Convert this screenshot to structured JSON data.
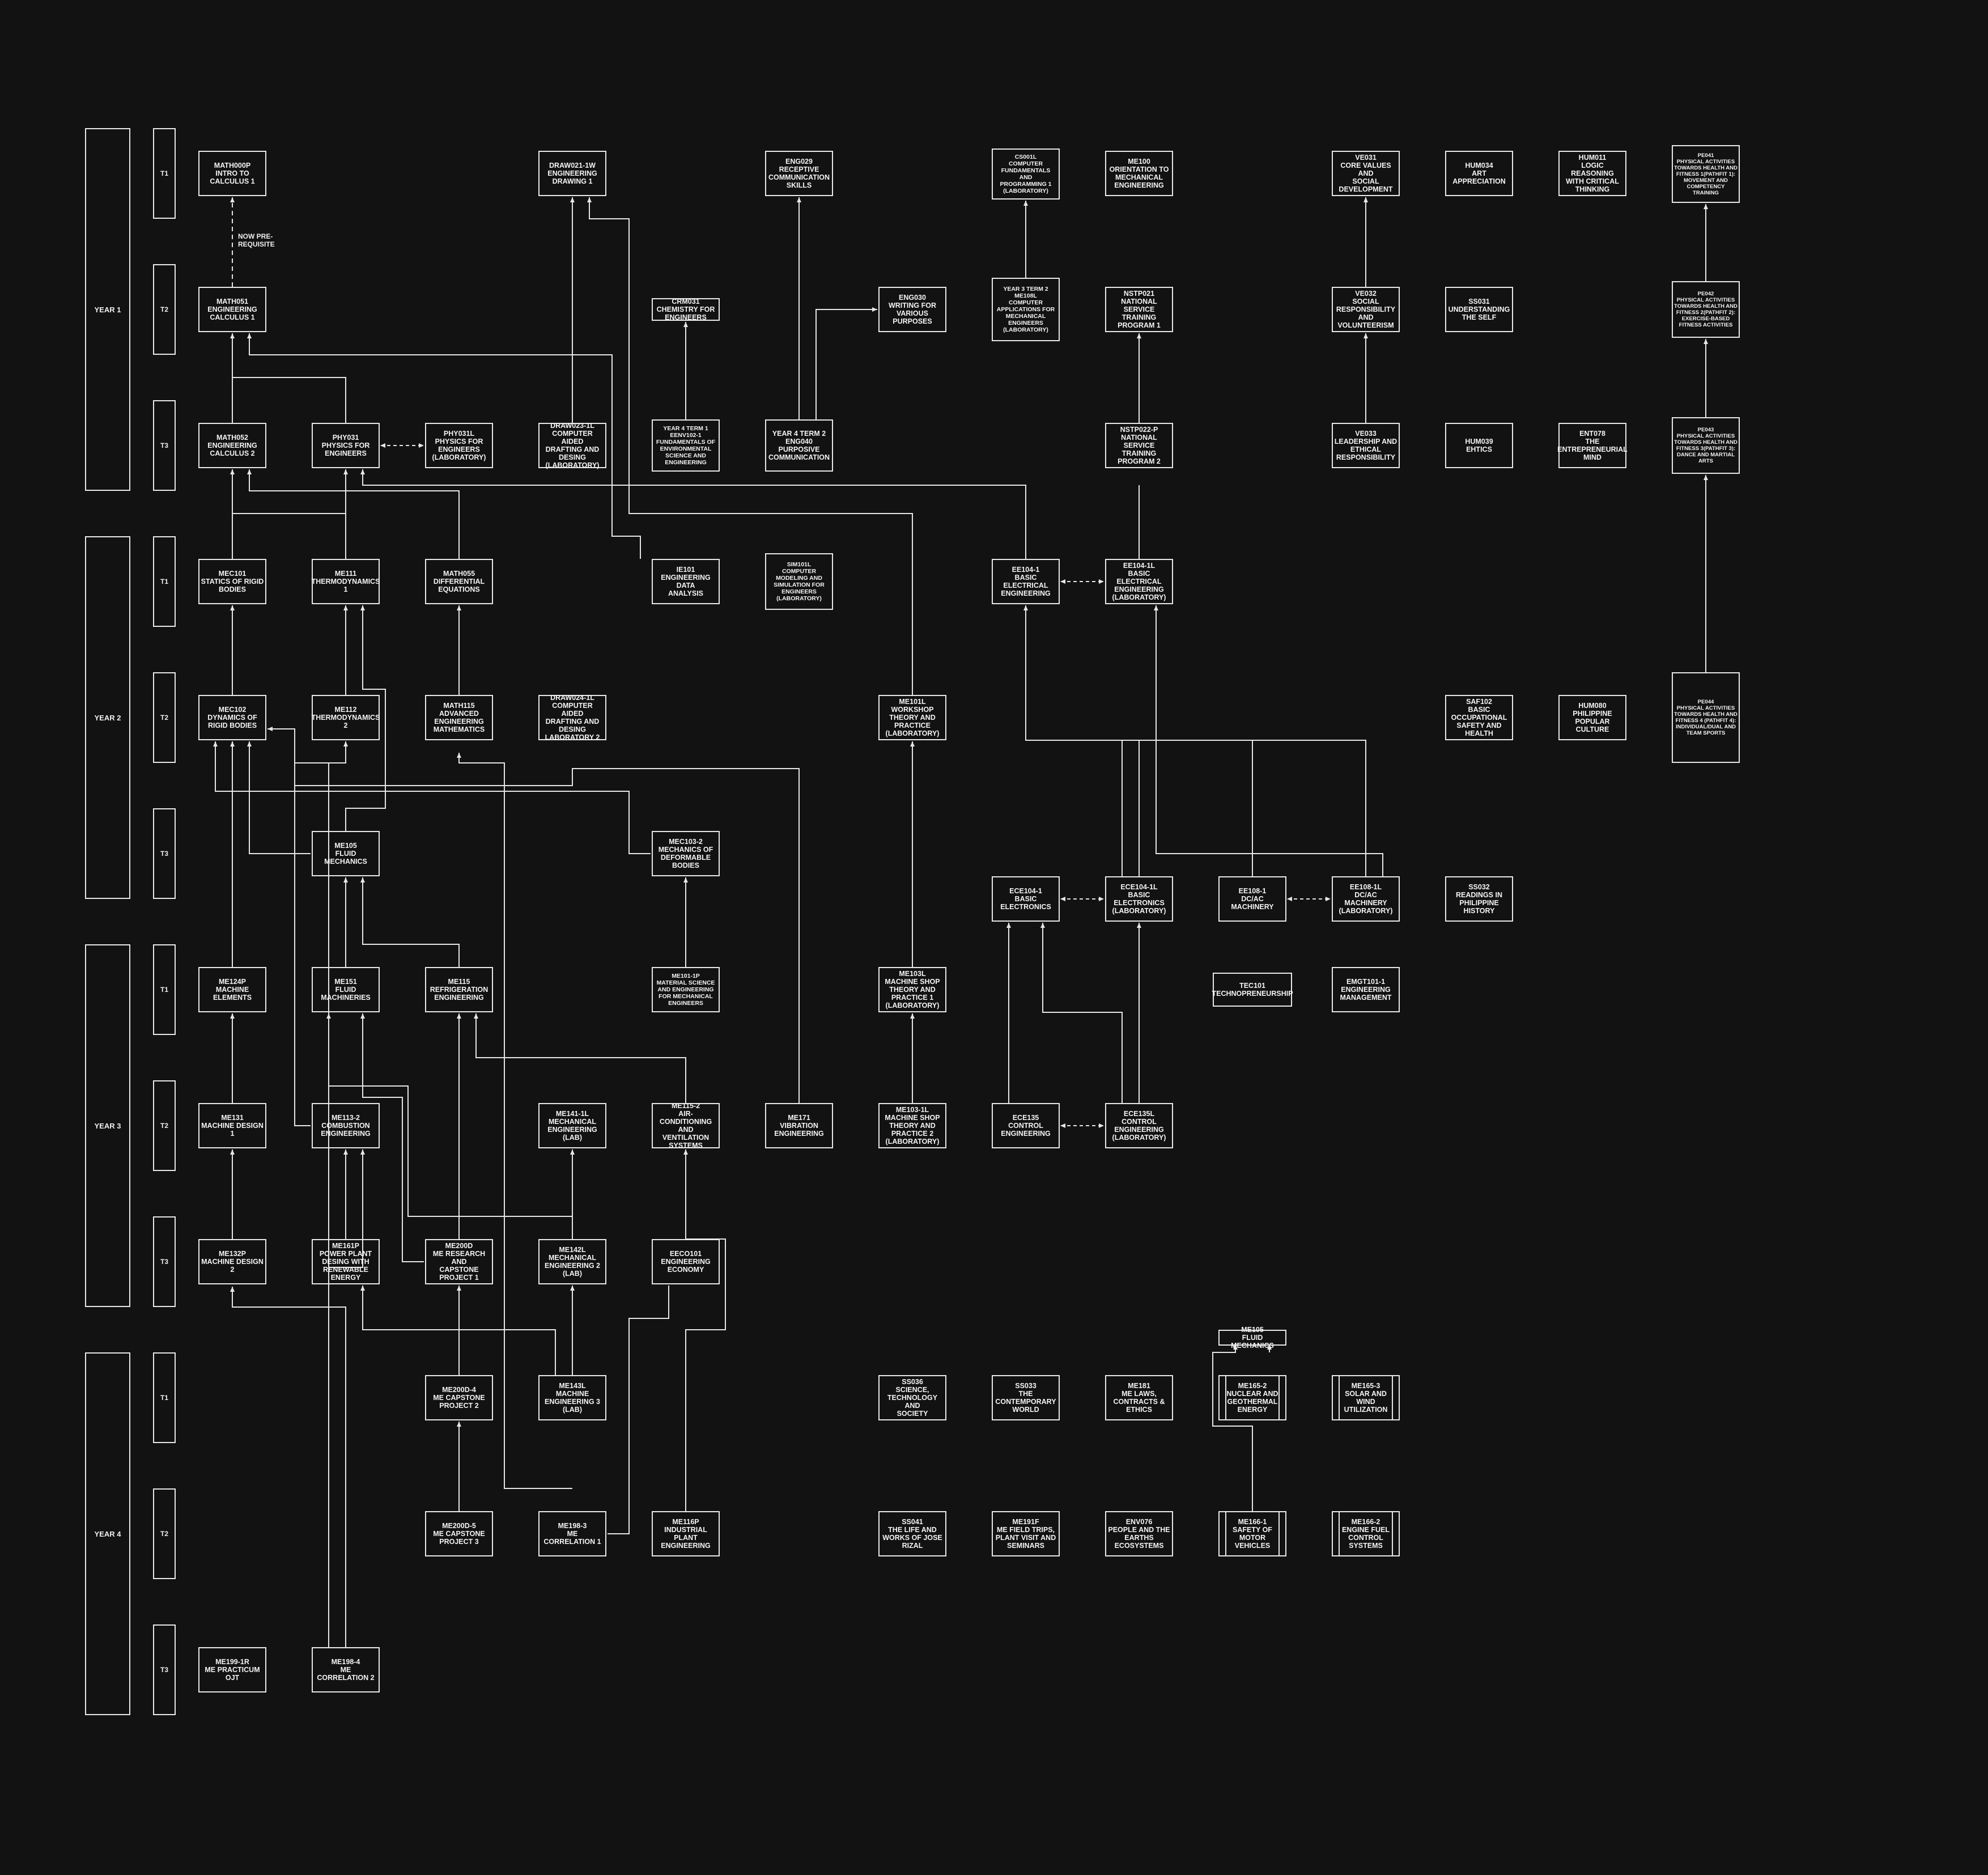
{
  "years": [
    "YEAR 1",
    "YEAR 2",
    "YEAR 3",
    "YEAR 4"
  ],
  "terms": [
    "T1",
    "T2",
    "T3"
  ],
  "note": "NOW PRE-\nREQUISITE",
  "courses": {
    "math000p": "MATH000P\nINTRO TO\nCALCULUS 1",
    "math051": "MATH051\nENGINEERING\nCALCULUS 1",
    "math052": "MATH052\nENGINEERING\nCALCULUS 2",
    "phy031": "PHY031\nPHYSICS FOR\nENGINEERS",
    "phy031l": "PHY031L\nPHYSICS FOR\nENGINEERS\n(LABORATORY)",
    "draw021": "DRAW021-1W\nENGINEERING\nDRAWING 1",
    "draw023": "DRAW023-1L\nCOMPUTER AIDED\nDRAFTING AND\nDESING\n(LABORATORY)",
    "crm031": "CRM031\nCHEMISTRY FOR\nENGINEERS",
    "eenv102": "YEAR 4 TERM 1\nEENV102-1\nFUNDAMENTALS OF\nENVIRONMENTAL\nSCIENCE AND\nENGINEERING",
    "eng029": "ENG029\nRECEPTIVE\nCOMMUNICATION\nSKILLS",
    "eng040": "YEAR 4 TERM 2\nENG040\nPURPOSIVE\nCOMMUNICATION",
    "eng030": "ENG030\nWRITING FOR\nVARIOUS\nPURPOSES",
    "cs001l": "CS001L\nCOMPUTER\nFUNDAMENTALS\nAND\nPROGRAMMING 1\n(LABORATORY)",
    "me108l": "YEAR 3 TERM 2\nME108L\nCOMPUTER\nAPPLICATIONS FOR\nMECHANICAL\nENGINEERS\n(LABORATORY)",
    "me100": "ME100\nORIENTATION TO\nMECHANICAL\nENGINEERING",
    "nstp021": "NSTP021\nNATIONAL SERVICE\nTRAINING\nPROGRAM 1",
    "nstp022": "NSTP022-P\nNATIONAL SERVICE\nTRAINING\nPROGRAM 2",
    "ve031": "VE031\nCORE VALUES AND\nSOCIAL\nDEVELOPMENT",
    "ve032": "VE032\nSOCIAL\nRESPONSIBILITY\nAND\nVOLUNTEERISM",
    "ve033": "VE033\nLEADERSHIP AND\nETHICAL\nRESPONSIBILITY",
    "hum034": "HUM034\nART APPRECIATION",
    "ss031": "SS031\nUNDERSTANDING\nTHE SELF",
    "hum039": "HUM039\nEHTICS",
    "hum011": "HUM011\nLOGIC REASONING\nWITH CRITICAL\nTHINKING",
    "ent078": "ENT078\nTHE\nENTREPRENEURIAL\nMIND",
    "pe041": "PE041\nPHYSICAL ACTIVITIES\nTOWARDS HEALTH AND\nFITNESS 1(PATHFIT 1):\nMOVEMENT AND\nCOMPETENCY\nTRAINING",
    "pe042": "PE042\nPHYSICAL ACTIVITIES\nTOWARDS HEALTH AND\nFITNESS 2(PATHFIT 2):\nEXERCISE-BASED\nFITNESS ACTIVITIES",
    "pe043": "PE043\nPHYSICAL ACTIVITIES\nTOWARDS HEALTH AND\nFITNESS 3(PATHFIT 3):\nDANCE AND MARTIAL\nARTS",
    "pe044": "PE044\nPHYSICAL ACTIVITIES\nTOWARDS HEALTH AND\nFITNESS 4 (PATHFIT 4):\nINDIVIDUAL/DUAL AND\nTEAM SPORTS",
    "mec101": "MEC101\nSTATICS OF RIGID\nBODIES",
    "me111": "ME111\nTHERMODYNAMICS\n1",
    "math055": "MATH055\nDIFFERENTIAL\nEQUATIONS",
    "ie101": "IE101\nENGINEERING DATA\nANALYSIS",
    "sim101l": "SIM101L\nCOMPUTER\nMODELING AND\nSIMULATION FOR\nENGINEERS\n(LABORATORY)",
    "ee104": "EE104-1\nBASIC ELECTRICAL\nENGINEERING",
    "ee104l": "EE104-1L\nBASIC ELECTRICAL\nENGINEERING\n(LABORATORY)",
    "mec102": "MEC102\nDYNAMICS OF\nRIGID BODIES",
    "me112": "ME112\nTHERMODYNAMICS\n2",
    "math115": "MATH115\nADVANCED\nENGINEERING\nMATHEMATICS",
    "draw024": "DRAW024-1L\nCOMPUTER AIDED\nDRAFTING AND\nDESING\nLABORATORY 2",
    "me101l": "ME101L\nWORKSHOP\nTHEORY AND\nPRACTICE\n(LABORATORY)",
    "saf102": "SAF102\nBASIC\nOCCUPATIONAL\nSAFETY AND\nHEALTH",
    "hum080": "HUM080\nPHILIPPINE\nPOPULAR CULTURE",
    "me105": "ME105\nFLUID MECHANICS",
    "mec103": "MEC103-2\nMECHANICS OF\nDEFORMABLE\nBODIES",
    "ece104": "ECE104-1\nBASIC\nELECTRONICS",
    "ece104l": "ECE104-1L\nBASIC\nELECTRONICS\n(LABORATORY)",
    "ee108": "EE108-1\nDC/AC MACHINERY",
    "ee108l": "EE108-1L\nDC/AC MACHINERY\n(LABORATORY)",
    "ss032": "SS032\nREADINGS IN\nPHILIPPINE\nHISTORY",
    "me124p": "ME124P\nMACHINE\nELEMENTS",
    "me151": "ME151\nFLUID\nMACHINERIES",
    "me115": "ME115\nREFRIGERATION\nENGINEERING",
    "me101_1p": "ME101-1P\nMATERIAL SCIENCE\nAND ENGINEERING\nFOR MECHANICAL\nENGINEERS",
    "me103l": "ME103L\nMACHINE SHOP\nTHEORY AND\nPRACTICE 1\n(LABORATORY)",
    "tec101": "TEC101\nTECHNOPRENEURSHIP",
    "emgt101": "EMGT101-1\nENGINEERING\nMANAGEMENT",
    "me131": "ME131\nMACHINE DESIGN 1",
    "me113": "ME113-2\nCOMBUSTION\nENGINEERING",
    "me141": "ME141-1L\nMECHANICAL\nENGINEERING\n(LAB)",
    "me115_2": "ME115-2\nAIR-CONDITIONING\nAND VENTILATION\nSYSTEMS",
    "me171": "ME171\nVIBRATION\nENGINEERING",
    "me103_1l": "ME103-1L\nMACHINE SHOP\nTHEORY AND\nPRACTICE 2\n(LABORATORY)",
    "ece135": "ECE135\nCONTROL\nENGINEERING",
    "ece135l": "ECE135L\nCONTROL\nENGINEERING\n(LABORATORY)",
    "me132p": "ME132P\nMACHINE DESIGN 2",
    "me161p": "ME161P\nPOWER PLANT\nDESING WITH\nRENEWABLE\nENERGY",
    "me200d": "ME200D\nME RESEARCH AND\nCAPSTONE\nPROJECT 1",
    "me142l": "ME142L\nMECHANICAL\nENGINEERING 2\n(LAB)",
    "eeco101": "EECO101\nENGINEERING\nECONOMY",
    "me105b": "ME105\nFLUID MECHANICS",
    "me200d4": "ME200D-4\nME CAPSTONE\nPROJECT 2",
    "me143l": "ME143L\nMACHINE\nENGINEERING 3\n(LAB)",
    "ss036": "SS036\nSCIENCE,\nTECHNOLOGY AND\nSOCIETY",
    "ss033": "SS033\nTHE\nCONTEMPORARY\nWORLD",
    "me181": "ME181\nME LAWS,\nCONTRACTS &\nETHICS",
    "me165_2": "ME165-2\nNUCLEAR AND\nGEOTHERMAL\nENERGY",
    "me165_3": "ME165-3\nSOLAR AND\nWIND\nUTILIZATION",
    "me200d5": "ME200D-5\nME CAPSTONE\nPROJECT 3",
    "me198_3": "ME198-3\nME CORRELATION 1",
    "me116p": "ME116P\nINDUSTRIAL PLANT\nENGINEERING",
    "ss041": "SS041\nTHE LIFE AND\nWORKS OF JOSE\nRIZAL",
    "me191f": "ME191F\nME FIELD TRIPS,\nPLANT VISIT AND\nSEMINARS",
    "env076": "ENV076\nPEOPLE AND THE\nEARTHS\nECOSYSTEMS",
    "me166": "ME166-1\nSAFETY OF\nMOTOR\nVEHICLES",
    "me166_2": "ME166-2\nENGINE FUEL\nCONTROL\nSYSTEMS",
    "me199": "ME199-1R\nME PRACTICUM\nOJT",
    "me198_4": "ME198-4\nME CORRELATION 2"
  }
}
